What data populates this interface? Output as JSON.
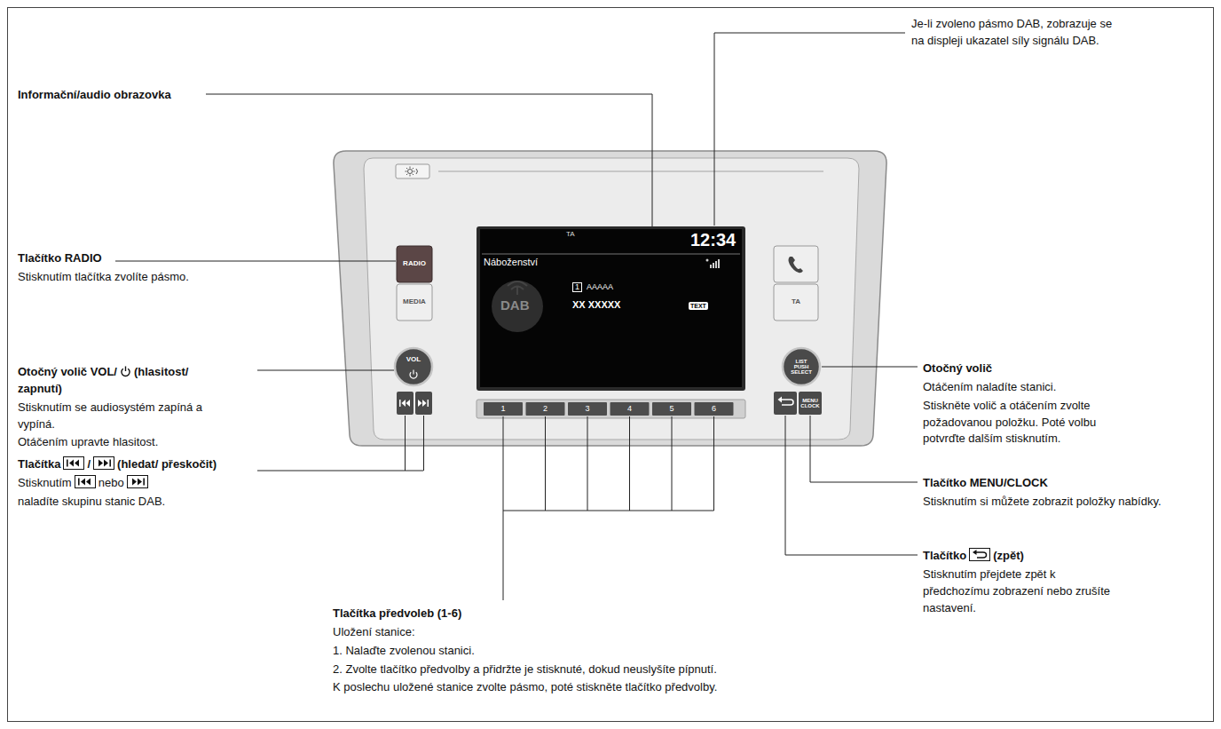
{
  "diagram": {
    "nodes": [
      {
        "text": [
          "RADIO"
        ]
      },
      {
        "text": [
          "MEDIA"
        ]
      },
      {
        "text": [
          "VOL"
        ]
      },
      {
        "text": [
          "TA",
          "12:34",
          "Náboženství",
          "1",
          "AAAAA",
          "XX XXXXX",
          "TEXT",
          "DAB"
        ]
      },
      {
        "text": [
          "1"
        ]
      },
      {
        "text": [
          "2"
        ]
      },
      {
        "text": [
          "3"
        ]
      },
      {
        "text": [
          "4"
        ]
      },
      {
        "text": [
          "5"
        ]
      },
      {
        "text": [
          "6"
        ]
      },
      {
        "text": [
          "TA"
        ]
      },
      {
        "text": [
          "LIST PUSH SELECT"
        ]
      },
      {
        "text": [
          "MENU CLOCK"
        ]
      }
    ],
    "labels": [
      "Informační/audio obrazovka",
      "Je-li zvoleno pásmo DAB, zobrazuje se na displeji ukazatel síly signálu DAB.",
      "Tlačítko RADIO",
      "Stisknutím tlačítka zvolíte pásmo.",
      "Otočný volič VOL/",
      "(hlasitost/ zapnutí)",
      "Stisknutím se audiosystém zapíná a vypíná.",
      "Otáčením upravte hlasitost.",
      "Tlačítka",
      "/",
      "(hledat/ přeskočit)",
      "Stisknutím",
      "nebo",
      "naladíte skupinu stanic DAB.",
      "Tlačítka předvoleb (1-6)",
      "Uložení stanice:",
      "1. Nalaďte zvolenou stanici.",
      "2. Zvolte tlačítko předvolby a přidržte je stisknuté, dokud neuslyšíte pípnutí.",
      "K poslechu uložené stanice zvolte pásmo, poté stiskněte tlačítko předvolby.",
      "Otočný volič",
      "Otáčením naladíte stanici.",
      "Stiskněte volič a otáčením zvolte požadovanou položku. Poté volbu potvrďte dalším stisknutím.",
      "Tlačítko MENU/CLOCK",
      "Stisknutím si můžete zobrazit položky nabídky.",
      "Tlačítko",
      "(zpět)",
      "Stisknutím přejdete zpět k předchozímu zobrazení nebo zrušíte nastavení."
    ]
  }
}
